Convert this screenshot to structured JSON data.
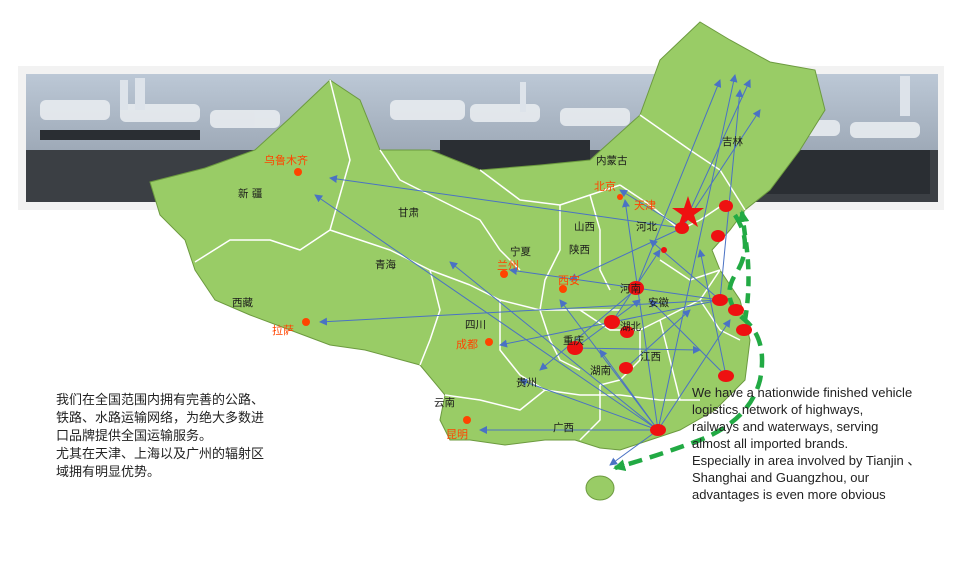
{
  "provinces": [
    {
      "id": "xinjiang",
      "label": "新 疆"
    },
    {
      "id": "xizang",
      "label": "西藏"
    },
    {
      "id": "qinghai",
      "label": "青海"
    },
    {
      "id": "gansu",
      "label": "甘肃"
    },
    {
      "id": "neimenggu",
      "label": "内蒙古"
    },
    {
      "id": "jilin",
      "label": "吉林"
    },
    {
      "id": "ningxia",
      "label": "宁夏"
    },
    {
      "id": "shanxi",
      "label": "山西"
    },
    {
      "id": "shaanxi",
      "label": "陕西"
    },
    {
      "id": "hebei",
      "label": "河北"
    },
    {
      "id": "sichuan",
      "label": "四川"
    },
    {
      "id": "chongqing",
      "label": "重庆"
    },
    {
      "id": "henan",
      "label": "河南"
    },
    {
      "id": "anhui",
      "label": "安徽"
    },
    {
      "id": "hubei",
      "label": "湖北"
    },
    {
      "id": "hunan",
      "label": "湖南"
    },
    {
      "id": "jiangxi",
      "label": "江西"
    },
    {
      "id": "guizhou",
      "label": "贵州"
    },
    {
      "id": "yunnan",
      "label": "云南"
    },
    {
      "id": "guangxi",
      "label": "广西"
    }
  ],
  "cities": [
    {
      "id": "urumqi",
      "label": "乌鲁木齐"
    },
    {
      "id": "beijing",
      "label": "北京"
    },
    {
      "id": "tianjin",
      "label": "天津"
    },
    {
      "id": "lanzhou",
      "label": "兰州"
    },
    {
      "id": "xian",
      "label": "西安"
    },
    {
      "id": "lhasa",
      "label": "拉萨"
    },
    {
      "id": "chengdu",
      "label": "成都"
    },
    {
      "id": "kunming",
      "label": "昆明"
    }
  ],
  "colors": {
    "land": "#99cc66",
    "border": "#ffffff",
    "route": "#4a72c4",
    "hub": "#ee1111",
    "city": "#ff4400",
    "sea_route": "#22aa44"
  },
  "photo_banner": "car-transport-trucks-photo",
  "description_cn": "我们在全国范围内拥有完善的公路、\n铁路、水路运输网络，为绝大多数进\n口品牌提供全国运输服务。\n尤其在天津、上海以及广州的辐射区\n域拥有明显优势。",
  "description_en": "We have a nationwide finished vehicle\nlogistics network of highways,\nrailways and waterways, serving\nalmost all imported brands.\nEspecially in area involved by Tianjin 、\nShanghai and Guangzhou, our\nadvantages is even more obvious"
}
